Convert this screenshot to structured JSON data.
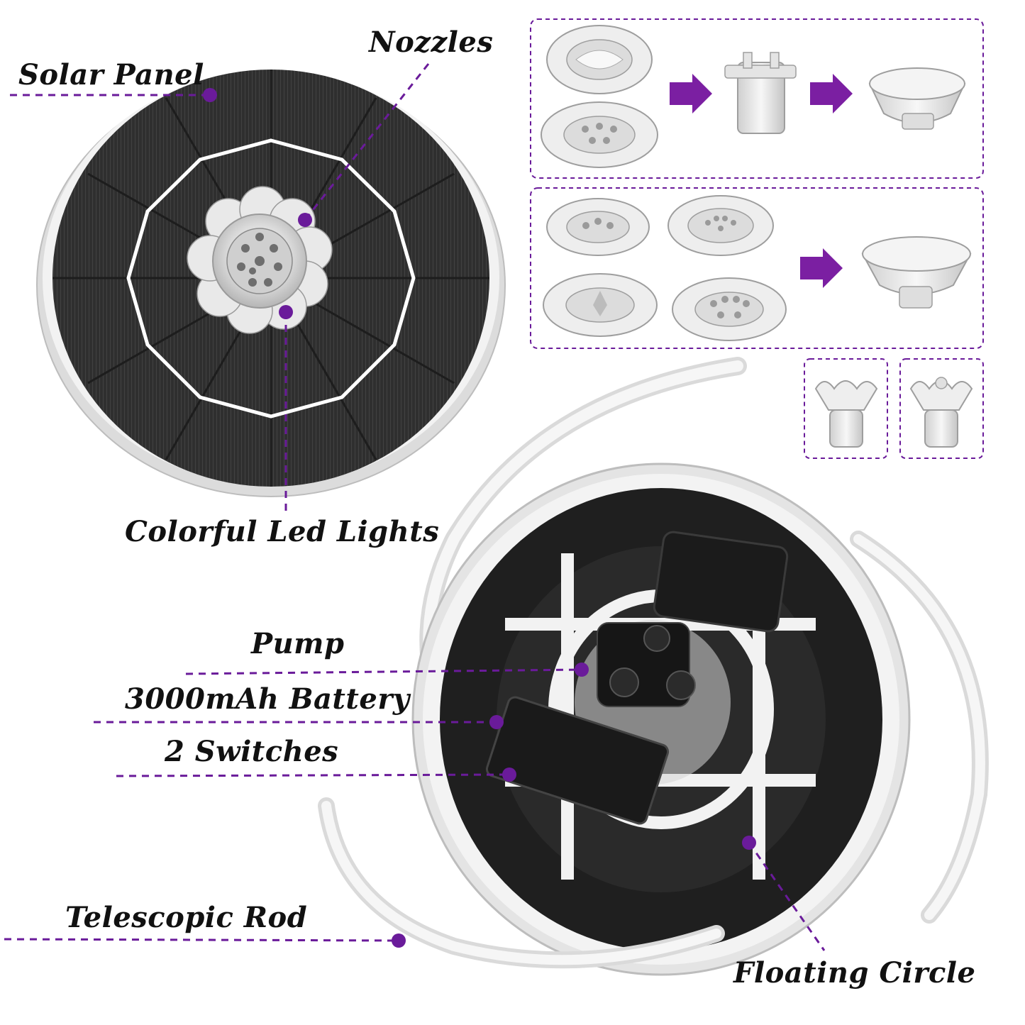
{
  "labels": {
    "solar_panel": "Solar Panel",
    "nozzles": "Nozzles",
    "led_lights": "Colorful Led Lights",
    "pump": "Pump",
    "battery": "3000mAh Battery",
    "switches": "2 Switches",
    "telescopic_rod": "Telescopic Rod",
    "floating_circle": "Floating Circle"
  },
  "icons": {
    "arrow": "right-arrow-icon",
    "nozzle": "nozzle-icon",
    "adapter": "adapter-icon"
  },
  "colors": {
    "accent": "#6a1b9a",
    "arrow": "#7b1fa2",
    "panel": "#2e2e2e",
    "foam": "#1e1e1e",
    "plastic": "#e8e8e8"
  }
}
